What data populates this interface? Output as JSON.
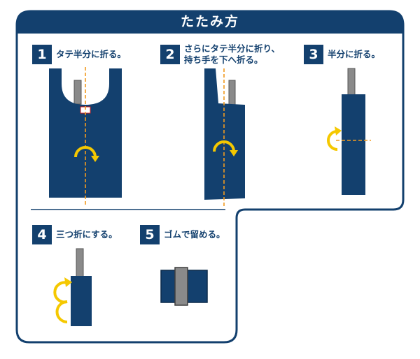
{
  "title": "たたみ方",
  "colors": {
    "navy": "#13406e",
    "orange": "#f29a1f",
    "yellow": "#f5c800",
    "gray": "#8a8a8a"
  },
  "steps": [
    {
      "number": "1",
      "text": "タテ半分に折る。"
    },
    {
      "number": "2",
      "text": "さらにタテ半分に折り、\n持ち手を下へ折る。"
    },
    {
      "number": "3",
      "text": "半分に折る。"
    },
    {
      "number": "4",
      "text": "三つ折にする。"
    },
    {
      "number": "5",
      "text": "ゴムで留める。"
    }
  ]
}
